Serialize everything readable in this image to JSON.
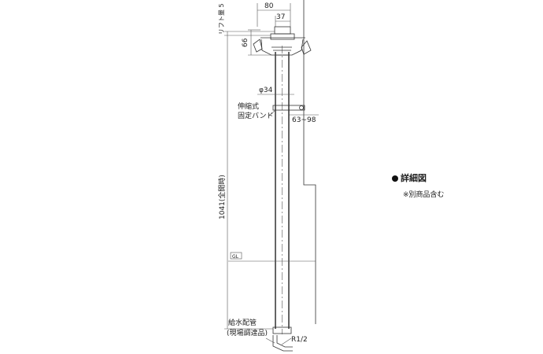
{
  "dimensions": {
    "width_top": "80",
    "offset_top": "37",
    "lift": "リフト量 5",
    "handle_height": "66",
    "diameter": "φ34",
    "overall_height": "1041(全開時)",
    "band_reach": "63~98",
    "thread": "R1/2"
  },
  "labels": {
    "band_line1": "伸縮式",
    "band_line2": "固定バンド",
    "ground": "GL",
    "pipe_line1": "給水配管",
    "pipe_line2": "(現場調達品)"
  },
  "legend": {
    "title": "詳細図",
    "note": "※別商品含む"
  }
}
